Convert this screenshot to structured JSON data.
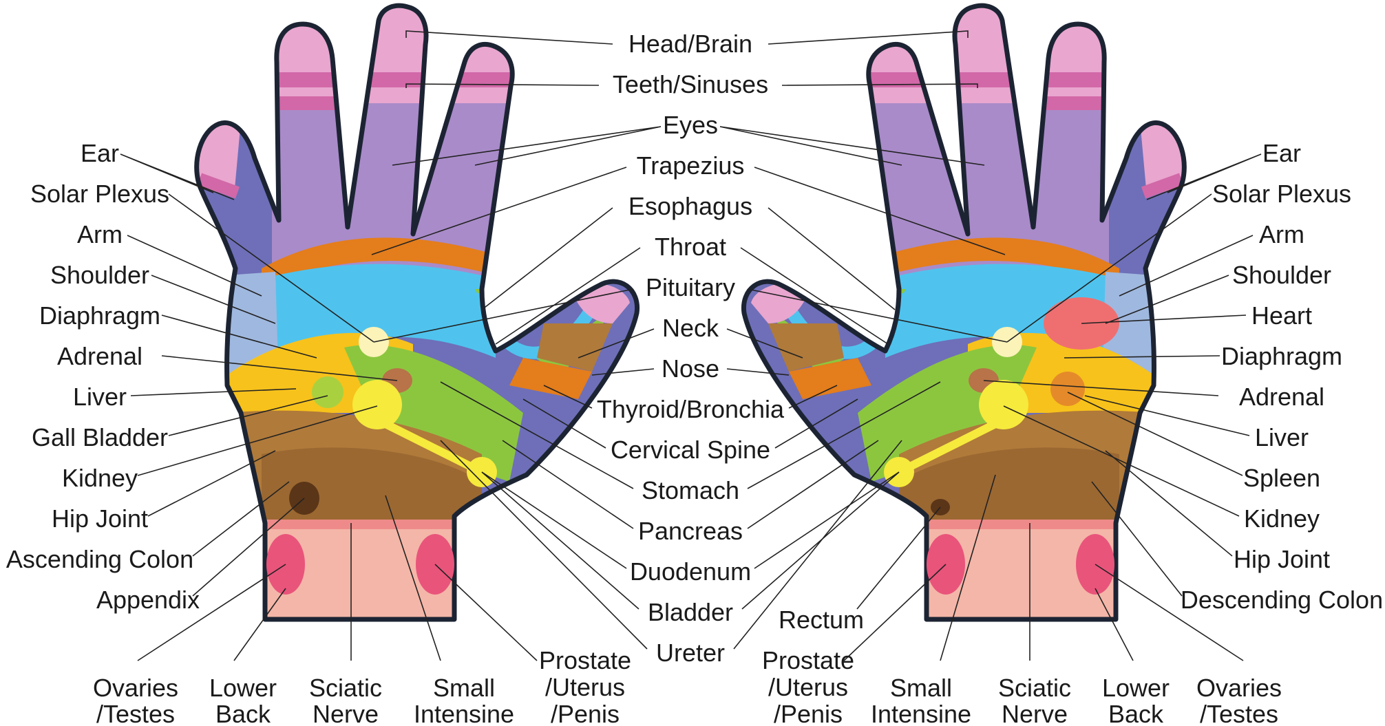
{
  "colors": {
    "fingertip": "#e9a6cf",
    "fingertip_band": "#d268a8",
    "finger_violet": "#a98bc9",
    "finger_indigo": "#6e6fb8",
    "trapezius_band": "#e47d1b",
    "lung_blue": "#4fc3ee",
    "pale_blue": "#9fb8df",
    "liver_yellow": "#f7c21b",
    "stomach_green": "#8cc63f",
    "colon_brown": "#b07a3a",
    "intestine_brown": "#8b5a2b",
    "wrist_pink": "#f4b6a8",
    "wrist_hot_pink": "#e9547b",
    "kidney_yellow": "#f6ea3c",
    "gland_cream": "#fbf3b8",
    "heart_red": "#ef6f71",
    "outline": "#1c2433"
  },
  "center_labels": {
    "head_brain": "Head/Brain",
    "teeth_sinuses": "Teeth/Sinuses",
    "eyes": "Eyes",
    "trapezius": "Trapezius",
    "esophagus": "Esophagus",
    "throat": "Throat",
    "pituitary": "Pituitary",
    "neck": "Neck",
    "nose": "Nose",
    "thyroid_bronchia": "Thyroid/Bronchia",
    "cervical_spine": "Cervical Spine",
    "stomach": "Stomach",
    "pancreas": "Pancreas",
    "duodenum": "Duodenum",
    "bladder": "Bladder",
    "ureter": "Ureter"
  },
  "left_hand_labels": {
    "ear": "Ear",
    "solar_plexus": "Solar Plexus",
    "arm": "Arm",
    "shoulder": "Shoulder",
    "diaphragm": "Diaphragm",
    "adrenal": "Adrenal",
    "liver": "Liver",
    "gall_bladder": "Gall Bladder",
    "kidney": "Kidney",
    "hip_joint": "Hip Joint",
    "ascending_colon": "Ascending Colon",
    "appendix": "Appendix"
  },
  "right_hand_labels": {
    "ear": "Ear",
    "solar_plexus": "Solar Plexus",
    "arm": "Arm",
    "shoulder": "Shoulder",
    "heart": "Heart",
    "diaphragm": "Diaphragm",
    "adrenal": "Adrenal",
    "liver": "Liver",
    "spleen": "Spleen",
    "kidney": "Kidney",
    "hip_joint": "Hip Joint",
    "descending_colon": "Descending Colon",
    "rectum": "Rectum"
  },
  "bottom_left_labels": {
    "ovaries_1": "Ovaries",
    "ovaries_2": "/Testes",
    "lower_back_1": "Lower",
    "lower_back_2": "Back",
    "sciatic_1": "Sciatic",
    "sciatic_2": "Nerve",
    "small_1": "Small",
    "small_2": "Intensine",
    "prostate_1": "Prostate",
    "prostate_2": "/Uterus",
    "prostate_3": "/Penis"
  },
  "bottom_right_labels": {
    "prostate_1": "Prostate",
    "prostate_2": "/Uterus",
    "prostate_3": "/Penis",
    "small_1": "Small",
    "small_2": "Intensine",
    "sciatic_1": "Sciatic",
    "sciatic_2": "Nerve",
    "lower_back_1": "Lower",
    "lower_back_2": "Back",
    "ovaries_1": "Ovaries",
    "ovaries_2": "/Testes"
  }
}
